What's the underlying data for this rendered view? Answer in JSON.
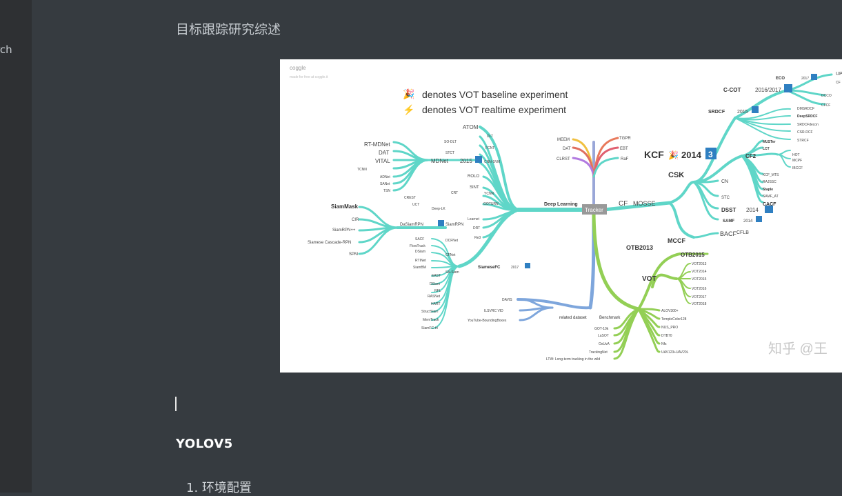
{
  "sidebar": {
    "partial_text": "rch"
  },
  "document": {
    "heading": "目标跟踪研究综述",
    "section_title": "YOLOV5",
    "list_items": [
      "1. 环境配置"
    ]
  },
  "mindmap": {
    "brand": "coggle",
    "brand_sub": "made for free at coggle.it",
    "legend_baseline": "denotes VOT baseline experiment",
    "legend_realtime": "denotes VOT realtime experiment",
    "watermark": "知乎 @王",
    "center": "Tracker",
    "deep_learning": "Deep Learning",
    "related_dataset": "related dataset",
    "benchmark": "Benchmark",
    "cf": "CF",
    "mosse": "MOSSE",
    "csk": "CSK",
    "kcf": "KCF",
    "kcf_year": "2014",
    "kcf_badge": "3",
    "cf_left": [
      "RT-MDNet",
      "DAT",
      "VITAL"
    ],
    "tcnn": "TCNN",
    "small_left": [
      "ADNet",
      "SANet",
      "TSN"
    ],
    "mdnet": "MDNet",
    "mdnet_year": "2015",
    "atom": "ATOM",
    "dl_mid": [
      "DLT",
      "SO-DLT",
      "FCNT",
      "STCT",
      "CNN-SVM",
      "ROLO",
      "SINT",
      "YCNN",
      "CRT",
      "CREST",
      "GOTURN",
      "UCT",
      "Deep-LK",
      "Learnet",
      "DRT",
      "Re3"
    ],
    "siam_left": [
      "SiamMask",
      "CIR",
      "SiamRPN++",
      "Siamese Cascade-RPN",
      "SPM"
    ],
    "dasiamrpn": "DaSiamRPN",
    "siamrpn": "SiamRPN",
    "siamfc_list": [
      "SACF",
      "DCFNet",
      "FlowTrack",
      "DSiam",
      "CFNet",
      "RTINet",
      "SiamBM",
      "SA-Siam",
      "EAST",
      "DSiam",
      "RFL",
      "RASNet",
      "HART",
      "StructSiam",
      "MemTrack",
      "SiamFC-tri"
    ],
    "siamesefc": "SiameseFC",
    "siamesefc_year": "2017",
    "top_left_cf": [
      "MEEM",
      "DAT",
      "CLRST"
    ],
    "top_right_cf": [
      "TGPR",
      "EBT",
      "RaF"
    ],
    "datasets": [
      "DAVIS",
      "ILSVRC VID",
      "YouTube-BoundingBoxes"
    ],
    "bench_list": [
      "GOT-10k",
      "LaSOT",
      "OxUvA",
      "TrackingNet",
      "LTW: Long-term tracking in the wild"
    ],
    "otb2013": "OTB2013",
    "otb2015": "OTB2015",
    "vot": "VOT",
    "vot_years": [
      "VOT2013",
      "VOT2014",
      "VOT2015",
      "VOT2016",
      "VOT2017",
      "VOT2018"
    ],
    "bench_right": [
      "ALOV300+",
      "TempleColor128",
      "NUS_PRO",
      "DTB70",
      "Nfs",
      "UAV123+UAV20L"
    ],
    "cf_right": [
      "ECO",
      "C-COT",
      "SRDCF",
      "CF2",
      "CN",
      "STC",
      "DSST",
      "SAMF",
      "CACF",
      "MUSTer",
      "LCT",
      "BACF",
      "CFLB",
      "MCCF"
    ],
    "ccot_year": "2016/2017",
    "srdcf_year": "2015",
    "dsst_year": "2014",
    "samf_year": "2014",
    "eco_year": "2017",
    "far_right": [
      "UP",
      "CF",
      "DCCO",
      "CFCF",
      "DMSRDCF",
      "DeepSRDCF",
      "SRDCFdecon",
      "CSR-DCF",
      "STRCF",
      "HOT",
      "MCPF",
      "IBCCF",
      "KCF_MTS",
      "RAJSSC",
      "Staple",
      "SAMF_AT"
    ]
  },
  "colors": {
    "background": "#363b40",
    "sidebar": "#2e3033",
    "teal": "#5fd6c8",
    "green": "#93cf55",
    "blue": "#7ea6dc",
    "badge": "#2f7fc1"
  }
}
